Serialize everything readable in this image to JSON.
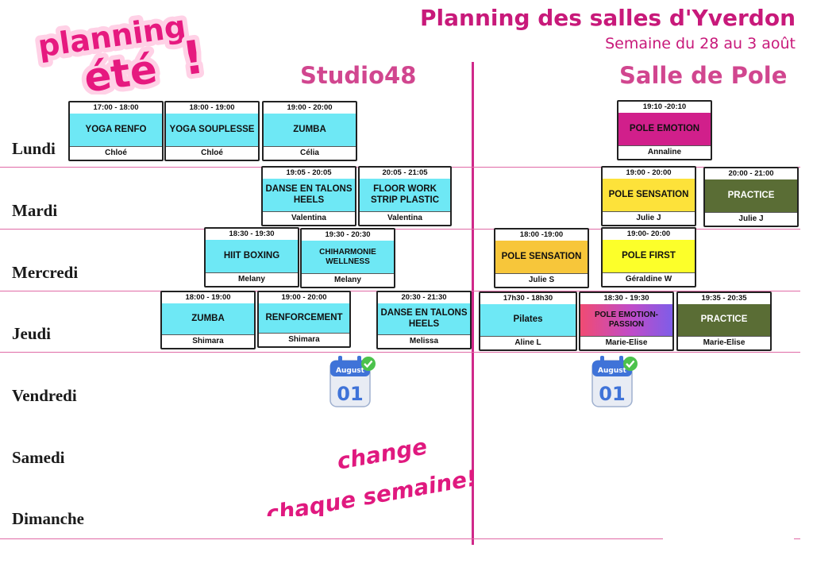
{
  "logo": {
    "line1": "planning",
    "line2": "été",
    "mark": "!"
  },
  "header": {
    "title": "Planning des salles d'Yverdon",
    "subtitle": "Semaine du 28 au 3 août"
  },
  "rooms": {
    "left": "Studio48",
    "right": "Salle de Pole"
  },
  "days": [
    "Lundi",
    "Mardi",
    "Mercredi",
    "Jeudi",
    "Vendredi",
    "Samedi",
    "Dimanche"
  ],
  "sessions": [
    {
      "time": "17:00 - 18:00",
      "name": "YOGA RENFO",
      "teacher": "Chloé"
    },
    {
      "time": "18:00 - 19:00",
      "name": "YOGA SOUPLESSE",
      "teacher": "Chloé"
    },
    {
      "time": "19:00 - 20:00",
      "name": "ZUMBA",
      "teacher": "Célia"
    },
    {
      "time": "19:10 -20:10",
      "name": "POLE EMOTION",
      "teacher": "Annaline"
    },
    {
      "time": "19:05 - 20:05",
      "name": "DANSE EN TALONS HEELS",
      "teacher": "Valentina"
    },
    {
      "time": "20:05 - 21:05",
      "name": "FLOOR WORK STRIP PLASTIC",
      "teacher": "Valentina"
    },
    {
      "time": "19:00 - 20:00",
      "name": "POLE SENSATION",
      "teacher": "Julie J"
    },
    {
      "time": "20:00 - 21:00",
      "name": "PRACTICE",
      "teacher": "Julie J"
    },
    {
      "time": "18:30 - 19:30",
      "name": "HIIT BOXING",
      "teacher": "Melany"
    },
    {
      "time": "19:30 - 20:30",
      "name": "CHIHARMONIE WELLNESS",
      "teacher": "Melany"
    },
    {
      "time": "18:00 -19:00",
      "name": "POLE SENSATION",
      "teacher": "Julie S"
    },
    {
      "time": "19:00- 20:00",
      "name": "POLE FIRST",
      "teacher": "Géraldine W"
    },
    {
      "time": "18:00 - 19:00",
      "name": "ZUMBA",
      "teacher": "Shimara"
    },
    {
      "time": "19:00 - 20:00",
      "name": "RENFORCEMENT",
      "teacher": "Shimara"
    },
    {
      "time": "20:30 - 21:30",
      "name": "DANSE EN TALONS HEELS",
      "teacher": "Melissa"
    },
    {
      "time": "17h30 - 18h30",
      "name": "Pilates",
      "teacher": "Aline L"
    },
    {
      "time": "18:30 - 19:30",
      "name": "POLE EMOTION-PASSION",
      "teacher": "Marie-Elise"
    },
    {
      "time": "19:35 - 20:35",
      "name": "PRACTICE",
      "teacher": "Marie-Elise"
    }
  ],
  "calendar_icon": {
    "month": "August",
    "day": "01",
    "icon": "calendar-check-icon"
  },
  "note": {
    "line1": "change",
    "line2": "chaque semaine!"
  },
  "colors": {
    "accent": "#c8197a",
    "cyan": "#6ee8f5",
    "yellow": "#fde23a",
    "magenta": "#d11f8b",
    "olive": "#5a6d35"
  }
}
